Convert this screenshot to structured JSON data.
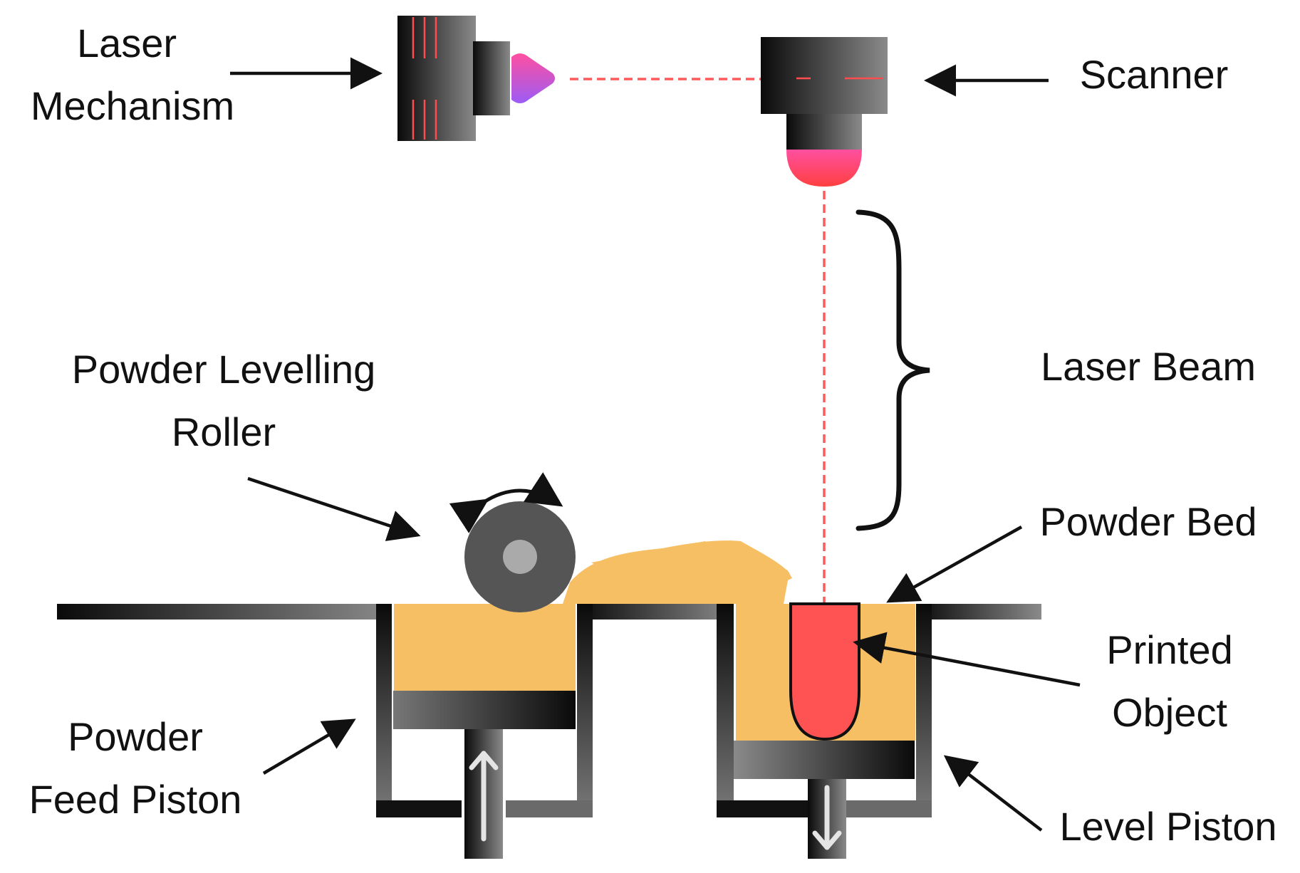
{
  "labels": {
    "laser_mechanism": [
      "Laser",
      "Mechanism"
    ],
    "scanner": "Scanner",
    "laser_beam": "Laser Beam",
    "roller": [
      "Powder Levelling",
      "Roller"
    ],
    "powder_bed": "Powder Bed",
    "printed_object": [
      "Printed",
      "Object"
    ],
    "feed_piston": [
      "Powder",
      "Feed Piston"
    ],
    "level_piston": "Level Piston"
  },
  "colors": {
    "laser": "#ff5a5a",
    "powder": "#f7bf63",
    "printed_object": "#ff5353",
    "frame": "#111111",
    "roller": "#555555",
    "roller_hub": "#aaaaaa",
    "nozzle_top": "#ff4fa0",
    "nozzle_bottom": "#9b5cf5"
  }
}
